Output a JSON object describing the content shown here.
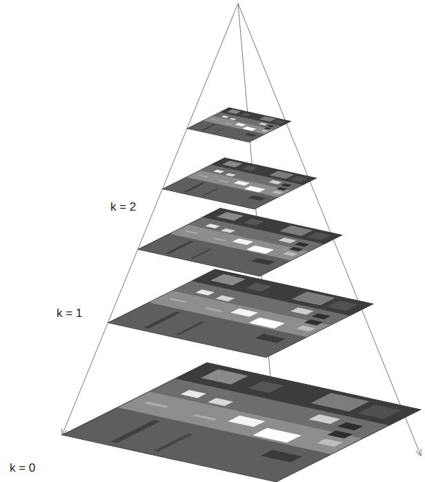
{
  "diagram": {
    "labels": [
      "k = 2",
      "k = 1",
      "k = 0"
    ]
  }
}
